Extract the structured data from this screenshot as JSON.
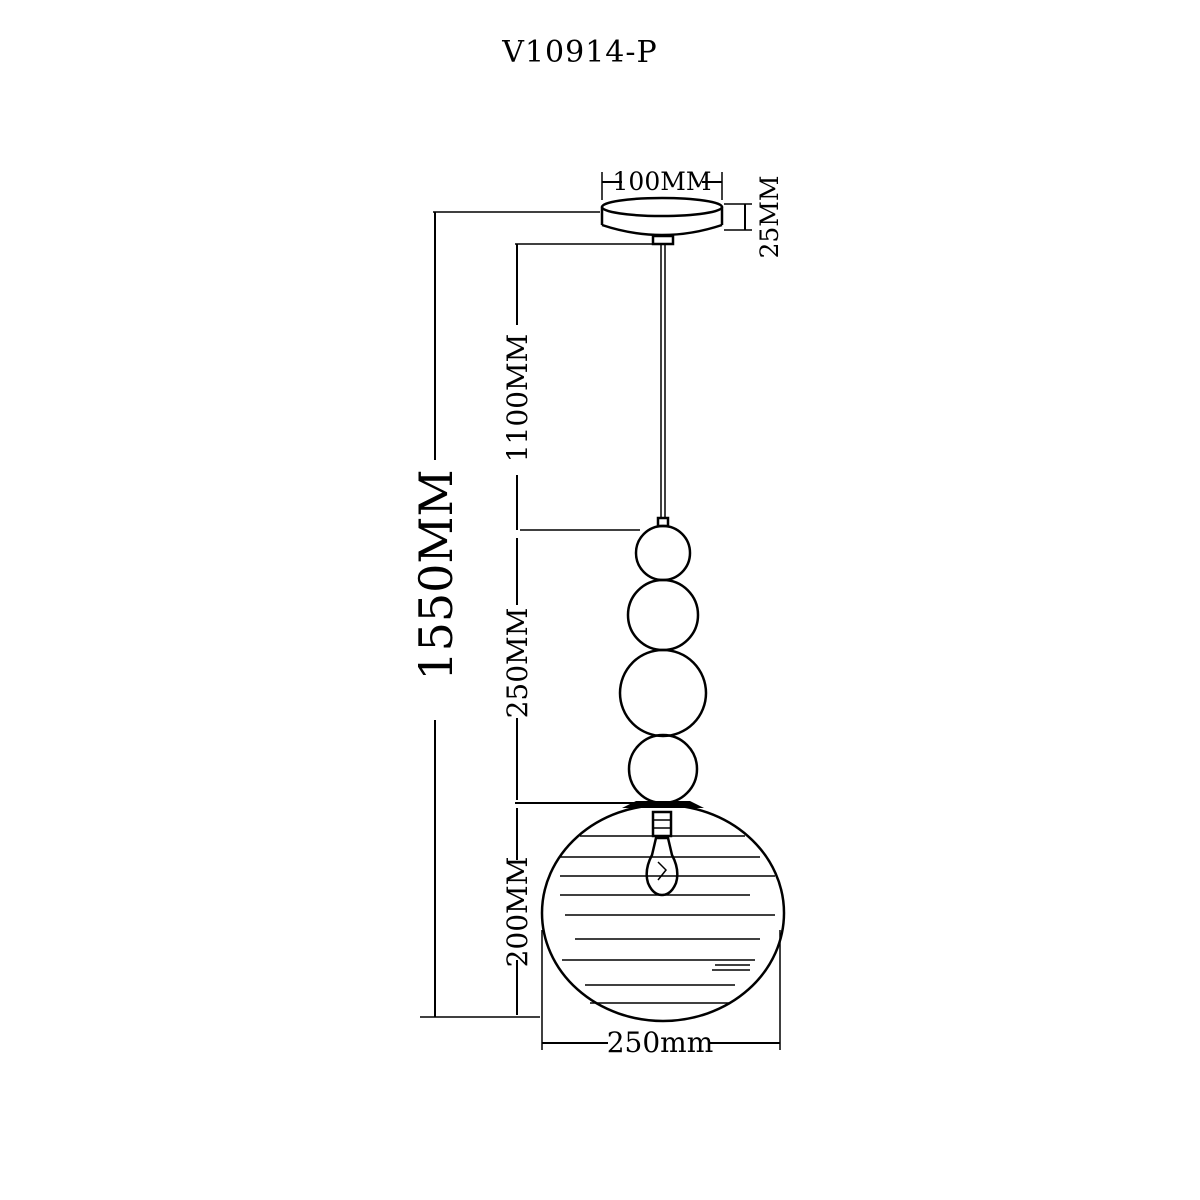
{
  "title": "V10914-P",
  "dimensions": {
    "canopy_width": "100MM",
    "canopy_height": "25MM",
    "total_height": "1550MM",
    "cable_length": "1100MM",
    "beads_height": "250MM",
    "globe_height": "200MM",
    "globe_width": "250mm"
  },
  "colors": {
    "line": "#000000",
    "background": "#ffffff"
  }
}
